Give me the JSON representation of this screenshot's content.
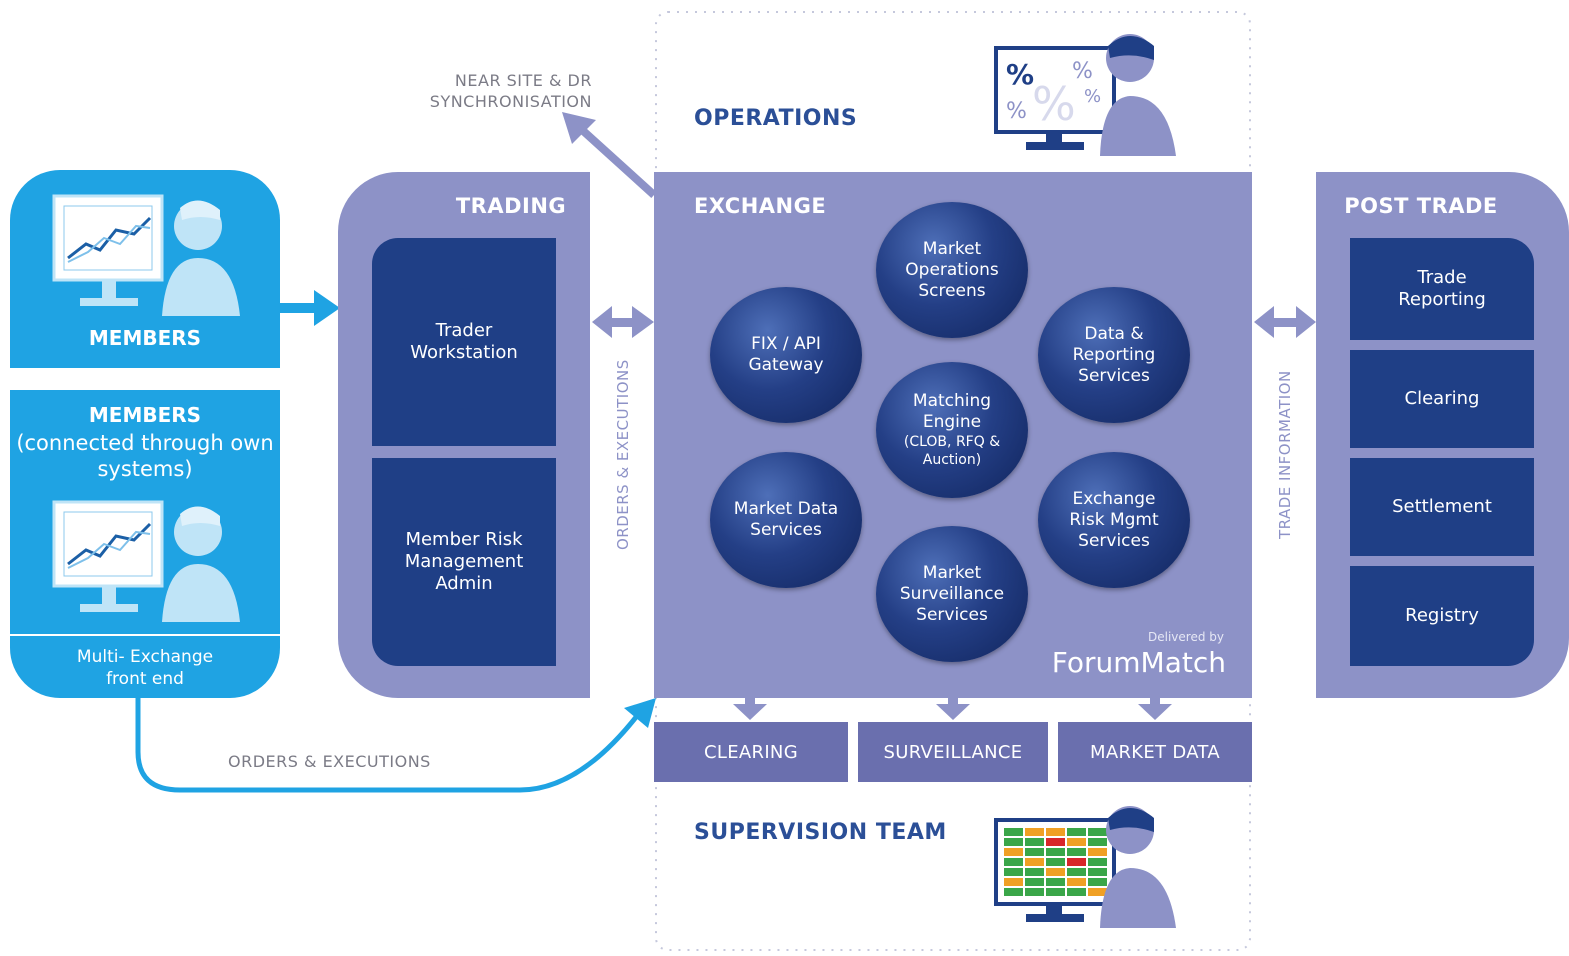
{
  "members": {
    "top_label": "MEMBERS",
    "bottom_label": "MEMBERS",
    "bottom_sub": "(connected through own systems)",
    "front_end": "Multi- Exchange front end"
  },
  "trading": {
    "title": "TRADING",
    "items": [
      "Trader Workstation",
      "Member Risk Management Admin"
    ]
  },
  "exchange": {
    "title": "EXCHANGE",
    "globes": [
      {
        "label": "Market Operations Screens"
      },
      {
        "label": "FIX / API Gateway"
      },
      {
        "label": "Data & Reporting Services"
      },
      {
        "label": "Matching Engine",
        "sub": "(CLOB, RFQ & Auction)"
      },
      {
        "label": "Market Data Services"
      },
      {
        "label": "Exchange Risk Mgmt Services"
      },
      {
        "label": "Market Surveillance Services"
      }
    ],
    "delivered_by": "Delivered by",
    "brand": "ForumMatch"
  },
  "outputs": [
    "CLEARING",
    "SURVEILLANCE",
    "MARKET DATA"
  ],
  "post_trade": {
    "title": "POST TRADE",
    "items": [
      "Trade Reporting",
      "Clearing",
      "Settlement",
      "Registry"
    ]
  },
  "operations": {
    "title": "OPERATIONS"
  },
  "supervision": {
    "title": "SUPERVISION TEAM"
  },
  "labels": {
    "near_site": "NEAR SITE & DR SYNCHRONISATION",
    "orders_exec_vertical": "ORDERS & EXECUTIONS",
    "orders_exec_bottom": "ORDERS & EXECUTIONS",
    "trade_info": "TRADE INFORMATION"
  },
  "icons": {
    "percent_glyph": "%",
    "monitor_chart": "monitor-chart-icon",
    "person": "person-icon",
    "monitor_percent": "monitor-percent-icon",
    "monitor_grid": "monitor-grid-icon"
  },
  "colors": {
    "members_blue": "#1fa3e3",
    "panel_lavender": "#8d92c7",
    "navy": "#1f3f86",
    "output_box": "#6a6fae",
    "heading_blue": "#2b4f97",
    "grid_green": "#3aa648",
    "grid_orange": "#f0a024",
    "grid_red": "#d8262a"
  }
}
